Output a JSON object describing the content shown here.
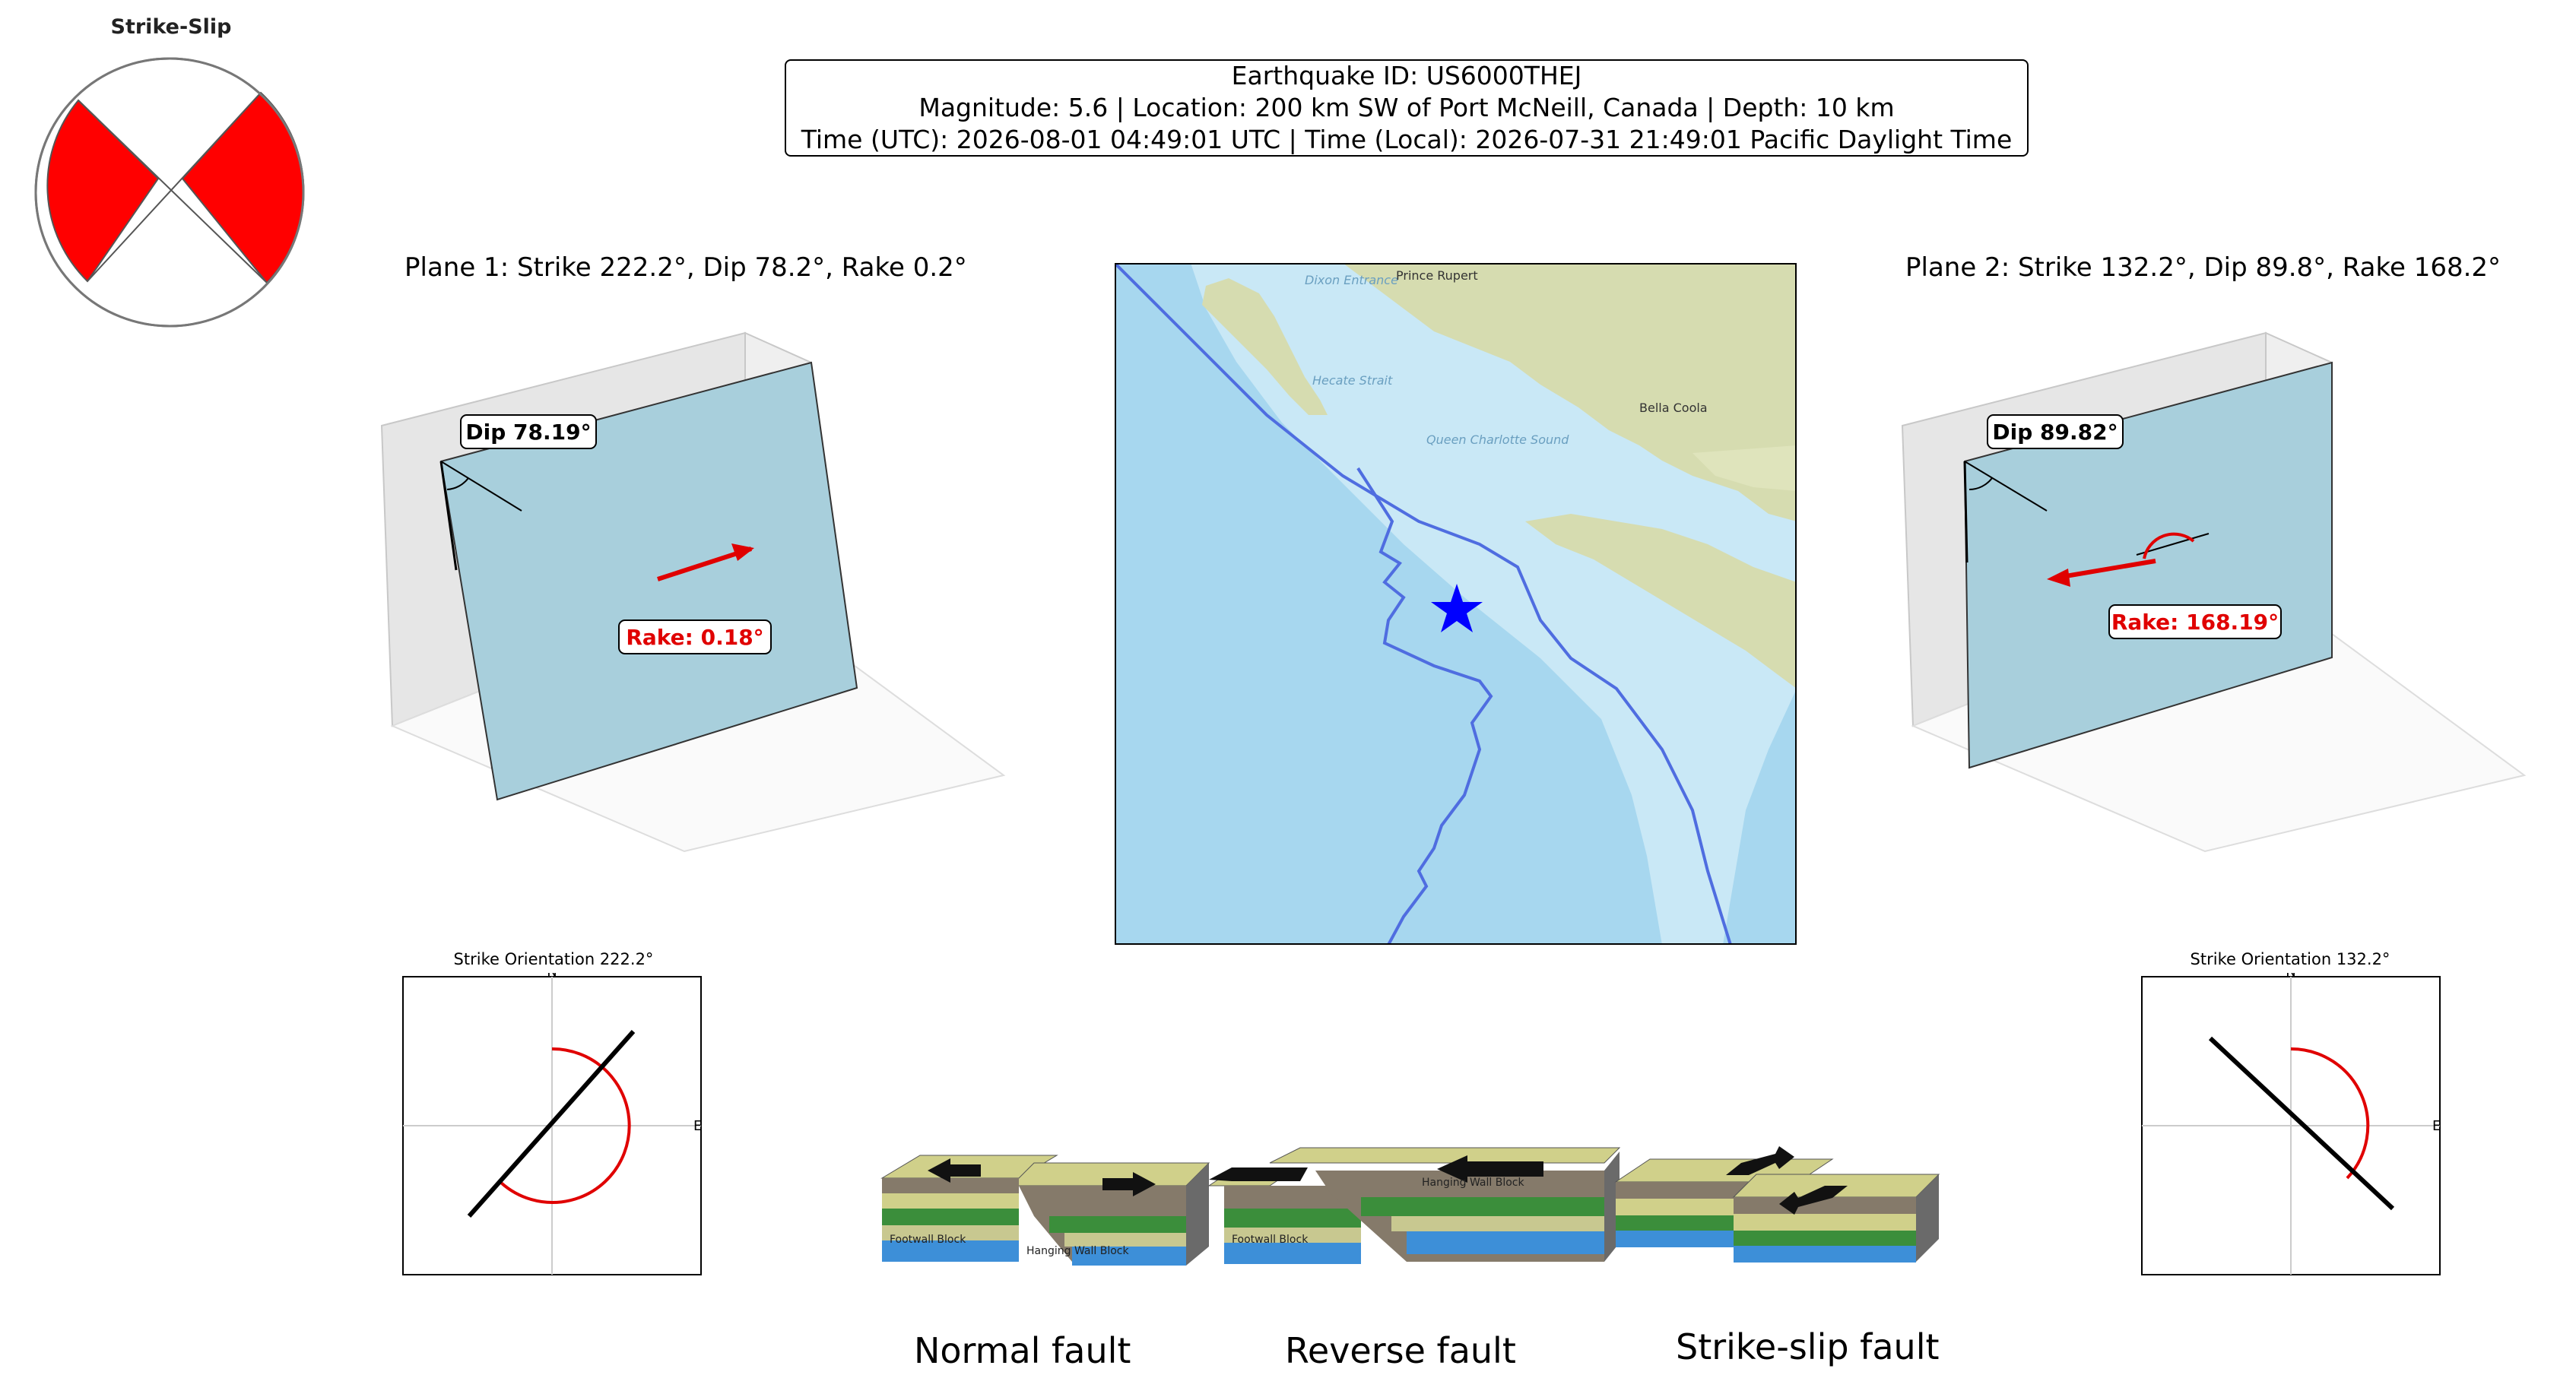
{
  "beachball": {
    "title": "Strike-Slip"
  },
  "header": {
    "line1": "Earthquake ID: US6000THEJ",
    "line2": "Magnitude: 5.6 | Location: 200 km SW of Port McNeill, Canada | Depth: 10 km",
    "line3": "Time (UTC): 2026-08-01 04:49:01 UTC | Time (Local): 2026-07-31 21:49:01 Pacific Daylight Time"
  },
  "plane1": {
    "title": "Plane 1: Strike 222.2°, Dip 78.2°, Rake 0.2°",
    "dip_label": "Dip 78.19°",
    "rake_label": "Rake: 0.18°",
    "strike_title": "Strike Orientation 222.2°",
    "strike_deg": 222.2
  },
  "plane2": {
    "title": "Plane 2: Strike 132.2°, Dip 89.8°, Rake 168.2°",
    "dip_label": "Dip 89.82°",
    "rake_label": "Rake: 168.19°",
    "strike_title": "Strike Orientation 132.2°",
    "strike_deg": 132.2
  },
  "compass": {
    "north": "N",
    "east": "E"
  },
  "map": {
    "labels": {
      "dixon": "Dixon Entrance",
      "prince_rupert": "Prince Rupert",
      "hecate": "Hecate Strait",
      "bella_coola": "Bella Coola",
      "qcs": "Queen Charlotte Sound"
    }
  },
  "fault_legend": {
    "normal": "Normal fault",
    "reverse": "Reverse fault",
    "strike_slip": "Strike-slip fault",
    "footwall": "Footwall Block",
    "hanging_wall": "Hanging Wall Block"
  },
  "colors": {
    "beachball_fill": "#ff0000",
    "fault_plane": "#a8cfdc",
    "rake_arrow": "#e00000",
    "epicenter": "#0000ff",
    "plate_boundary": "#4f6de0",
    "ocean": "#a7d7ef",
    "land": "#d6dcb0"
  },
  "icons": {
    "epicenter": "star-icon"
  }
}
